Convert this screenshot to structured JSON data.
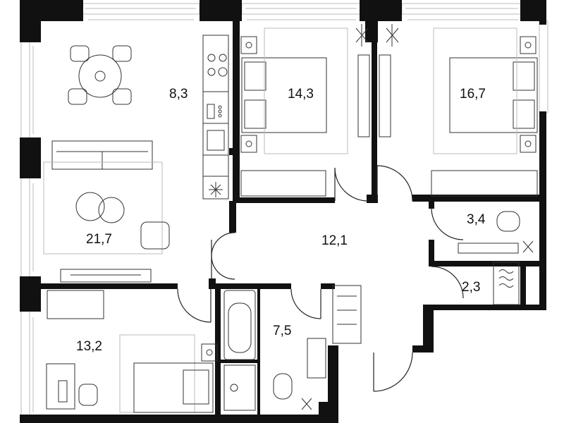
{
  "rooms": [
    {
      "name": "living-room",
      "area": "21,7"
    },
    {
      "name": "kitchen",
      "area": "8,3"
    },
    {
      "name": "bedroom-1",
      "area": "14,3"
    },
    {
      "name": "bedroom-2",
      "area": "16,7"
    },
    {
      "name": "hallway",
      "area": "12,1"
    },
    {
      "name": "bathroom-1",
      "area": "3,4"
    },
    {
      "name": "laundry",
      "area": "2,3"
    },
    {
      "name": "bedroom-3",
      "area": "13,2"
    },
    {
      "name": "bathroom-2",
      "area": "7,5"
    }
  ],
  "colors": {
    "wall": "#111111",
    "fixture": "#444444",
    "light": "#bbbbbb",
    "background": "#ffffff"
  }
}
